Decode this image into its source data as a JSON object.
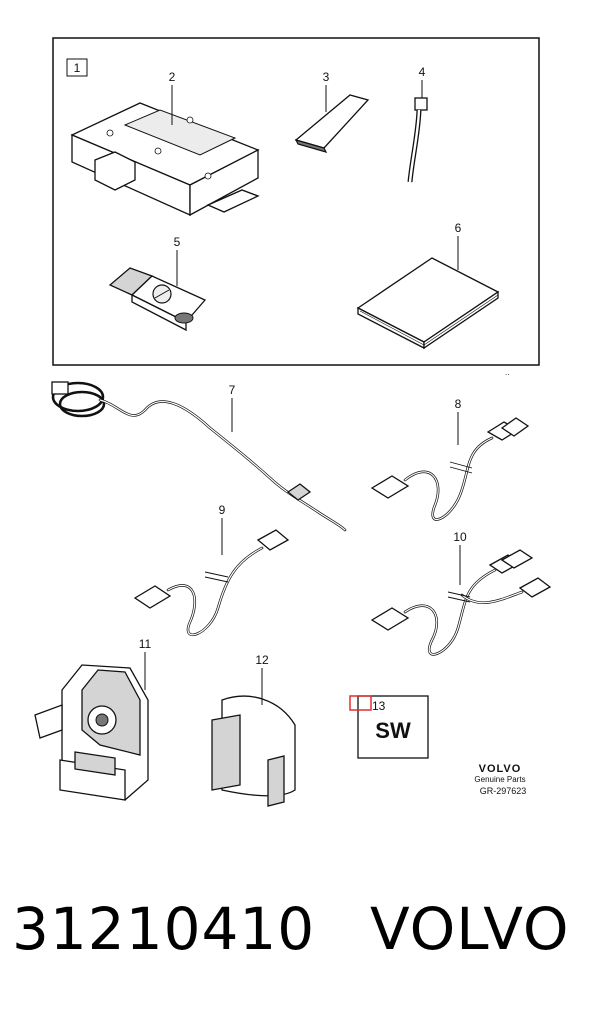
{
  "box_label": "1",
  "callouts": {
    "c2": "2",
    "c3": "3",
    "c4": "4",
    "c5": "5",
    "c6": "6",
    "c7": "7",
    "c8": "8",
    "c9": "9",
    "c10": "10",
    "c11": "11",
    "c12": "12",
    "c13": "13"
  },
  "sw_label": "SW",
  "brand": {
    "name": "VOLVO",
    "sub": "Genuine Parts",
    "ref": "GR-297623"
  },
  "footer": {
    "part_number": "31210410",
    "brand": "VOLVO"
  },
  "colors": {
    "highlight": "#e03030",
    "line": "#111111"
  }
}
